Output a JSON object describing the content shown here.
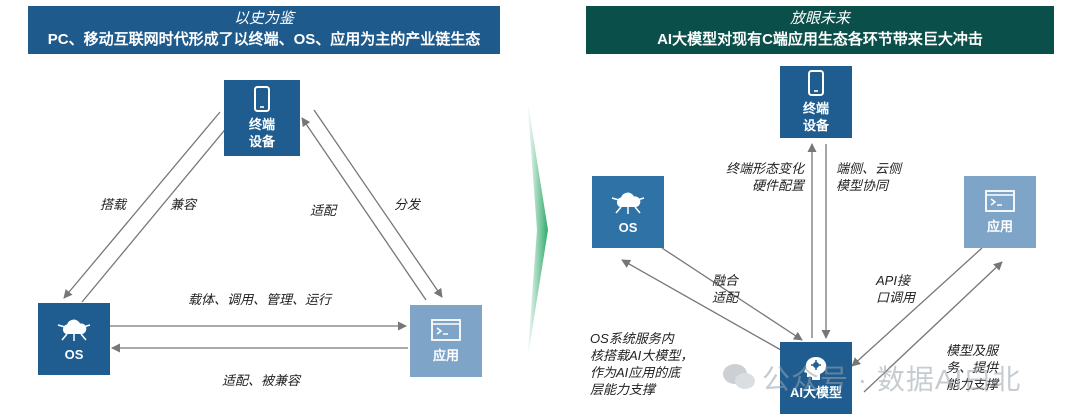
{
  "left": {
    "title": "以史为鉴",
    "subtitle": "PC、移动互联网时代形成了以终端、OS、应用为主的产业链生态",
    "device_lines": [
      "终端",
      "设备"
    ],
    "os": "OS",
    "app": "应用",
    "labels": {
      "carry": "搭载",
      "compatible": "兼容",
      "adapt": "适配",
      "distribute": "分发",
      "os_to_app": "载体、调用、管理、运行",
      "app_to_os": "适配、被兼容"
    }
  },
  "right": {
    "title": "放眼未来",
    "subtitle": "AI大模型对现有C端应用生态各环节带来巨大冲击",
    "device_lines": [
      "终端",
      "设备"
    ],
    "os": "OS",
    "app": "应用",
    "ai_model": "AI大模型",
    "labels": {
      "terminal_change": [
        "终端形态变化",
        "硬件配置"
      ],
      "edge_cloud": [
        "端侧、云侧",
        "模型协同"
      ],
      "fusion": [
        "融合",
        "适配"
      ],
      "api": [
        "API接",
        "口调用"
      ],
      "os_service": [
        "OS系统服务内",
        "核搭载AI大模型，",
        "作为AI应用的底",
        "层能力支撑"
      ],
      "model_service": [
        "模型及服",
        "务、提供",
        "能力支撑"
      ]
    }
  },
  "watermark": "公众号 · 数据AI白北",
  "colors": {
    "left_banner": "#1f5a8c",
    "right_banner": "#0b4f4a",
    "node_dark": "#1f5d91",
    "node_light": "#7ea5c8",
    "arrow": "#777777",
    "chevron": "#2faa6a"
  },
  "icons": [
    "phone-icon",
    "cloud-network-icon",
    "terminal-window-icon",
    "ai-brain-icon",
    "chevron-arrow-icon",
    "wechat-icon"
  ]
}
